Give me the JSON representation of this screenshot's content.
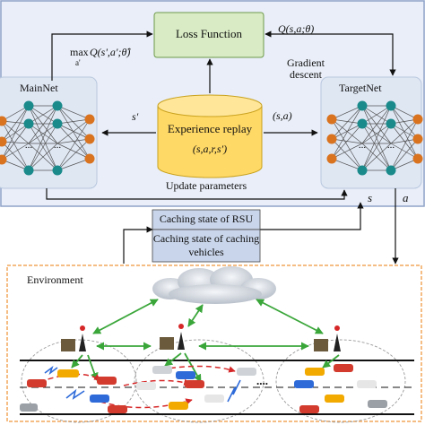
{
  "top": {
    "loss_function": "Loss Function",
    "maxq_prefix": "max",
    "maxq_sub": "a'",
    "maxq_expr": "Q(s',a';θ̂)",
    "target_q": "Q(s,a;θ)",
    "gradient_descent": "Gradient\ndescent",
    "mainnet": "MainNet",
    "targetnet": "TargetNet",
    "s_prime": "s′",
    "sa": "(s,a)",
    "experience_replay": "Experience replay",
    "tuple": "(s,a,r,s′)",
    "update_parameters": "Update parameters",
    "s_label": "s",
    "a_label": "a",
    "node_ellipsis": "..."
  },
  "state": {
    "rsu": "Caching state of RSU",
    "vehicles": "Caching state of caching\nvehicles"
  },
  "environment": {
    "title": "Environment",
    "dots": "...."
  },
  "colors": {
    "top_bg": "#e9eef8",
    "panel": "#dfe7f3",
    "loss_fill": "#d8ebc4",
    "replay_fill": "#ffd966",
    "node_orange": "#d9731f",
    "node_teal": "#1a8a8a",
    "state_fill": "#c9d5ea",
    "link_green": "#3aa63a",
    "link_red": "#d62728",
    "link_blue": "#2e6bd9",
    "env_border": "#f2a65a",
    "road": "#111111"
  }
}
